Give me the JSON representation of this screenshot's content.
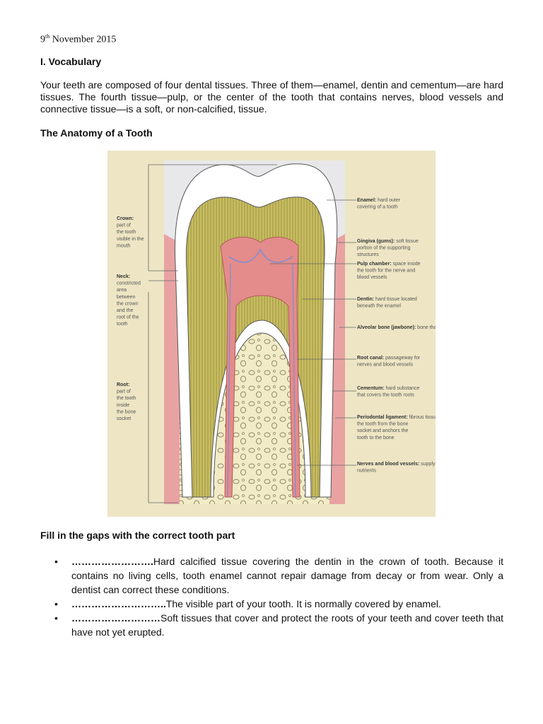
{
  "header": {
    "date_day": "9",
    "date_suffix": "th",
    "date_rest": " November 2015"
  },
  "section1": {
    "heading": "I. Vocabulary",
    "paragraph": "Your teeth are composed of four dental tissues. Three of them—enamel, dentin and cementum—are hard tissues. The fourth tissue—pulp, or the center of the tooth that contains nerves, blood vessels and connective tissue—is a soft, or non-calcified, tissue."
  },
  "figure": {
    "heading": "The Anatomy of a Tooth",
    "left_labels": [
      {
        "title": "Crown:",
        "lines": [
          "part of",
          "the tooth",
          "visible in the",
          "mouth"
        ]
      },
      {
        "title": "Neck:",
        "lines": [
          "constricted",
          "area",
          "between",
          "the crown",
          "and the",
          "root of the",
          "tooth"
        ]
      },
      {
        "title": "Root:",
        "lines": [
          "part of",
          "the tooth",
          "inside",
          "the bone",
          "socket"
        ]
      }
    ],
    "right_labels": [
      {
        "title": "Enamel:",
        "lines": [
          "hard outer",
          "covering of a tooth"
        ]
      },
      {
        "title": "Gingiva (gums):",
        "lines": [
          "soft tissue",
          "portion of the supporting",
          "structures"
        ]
      },
      {
        "title": "Pulp chamber:",
        "lines": [
          "space inside",
          "the tooth for the nerve and",
          "blood vessels"
        ]
      },
      {
        "title": "Dentin:",
        "lines": [
          "hard tissue located",
          "beneath the enamel"
        ]
      },
      {
        "title": "Alveolar bone (jawbone):",
        "lines": [
          "bone that supports the tooth"
        ]
      },
      {
        "title": "Root canal:",
        "lines": [
          "passageway for",
          "nerves and blood vessels"
        ]
      },
      {
        "title": "Cementum:",
        "lines": [
          "hard substance",
          "that covers the tooth roots"
        ]
      },
      {
        "title": "Periodontal ligament:",
        "lines": [
          "fibrous tissue that separates",
          "the tooth from the bone",
          "socket and anchors the",
          "tooth to the bone"
        ]
      },
      {
        "title": "Nerves and blood vessels:",
        "lines": [
          "supply the tooth with",
          "nutrients"
        ]
      }
    ]
  },
  "exercise": {
    "heading": "Fill in the gaps with the correct tooth part",
    "items": [
      {
        "bullet": "•",
        "blank": "…………………….",
        "text": "Hard calcified tissue covering the dentin in the crown of tooth. Because it contains no living cells, tooth enamel cannot repair damage from decay or from wear. Only a dentist can correct these conditions."
      },
      {
        "bullet": "•",
        "blank": "………………………..",
        "text": "The visible part of your tooth. It is normally covered by enamel."
      },
      {
        "bullet": "•",
        "blank": "………………………",
        "text": "Soft tissues that cover and protect the roots of your teeth and cover teeth that have not yet erupted."
      }
    ]
  }
}
